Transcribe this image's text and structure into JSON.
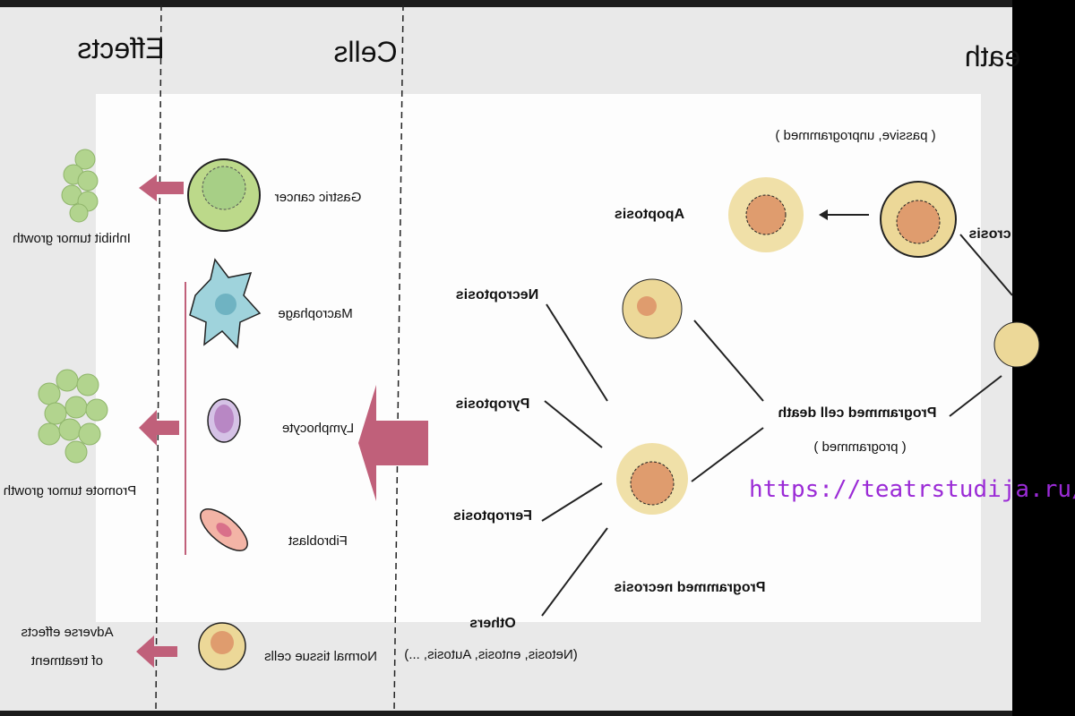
{
  "headers": {
    "effects": "Effects",
    "cells": "Cells",
    "death": "eath"
  },
  "cells": {
    "gastric": "Gastric cancer",
    "macrophage": "Macrophage",
    "lymphocyte": "Lymphocyte",
    "fibroblast": "Fibroblast",
    "normal": "Normal tissue cells"
  },
  "effects": {
    "inhibit": "Inhibit tumor growth",
    "promote": "Promote tumor growth",
    "adverse1": "Adverse effects",
    "adverse2": "of treatment"
  },
  "death": {
    "passive": "( passive, unprogrammed )",
    "necrosis": "crosis",
    "apoptosis": "Apoptosis",
    "necroptosis": "Necroptosis",
    "pyroptosis": "Pyroptosis",
    "ferroptosis": "Ferroptosis",
    "others": "Others",
    "others_list": "(Netosis, entosis, Autosis, ...)",
    "pcd": "Programmed cell death",
    "programmed": "( programmed )",
    "pnec": "Programmed necrosis"
  },
  "watermark": "https://teatrstudija.ru/",
  "colors": {
    "arrow": "#c0607a",
    "green": "#bcd98a",
    "yellow": "#ecd898",
    "nucleus": "#df9c6e"
  }
}
